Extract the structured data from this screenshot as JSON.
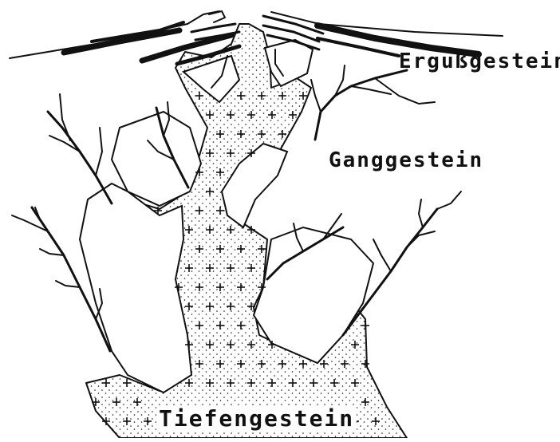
{
  "labels": {
    "volcanic": "Ergußgestein",
    "dike": "Ganggestein",
    "plutonic": "Tiefengestein"
  },
  "colors": {
    "ink": "#111111",
    "background": "#ffffff"
  }
}
